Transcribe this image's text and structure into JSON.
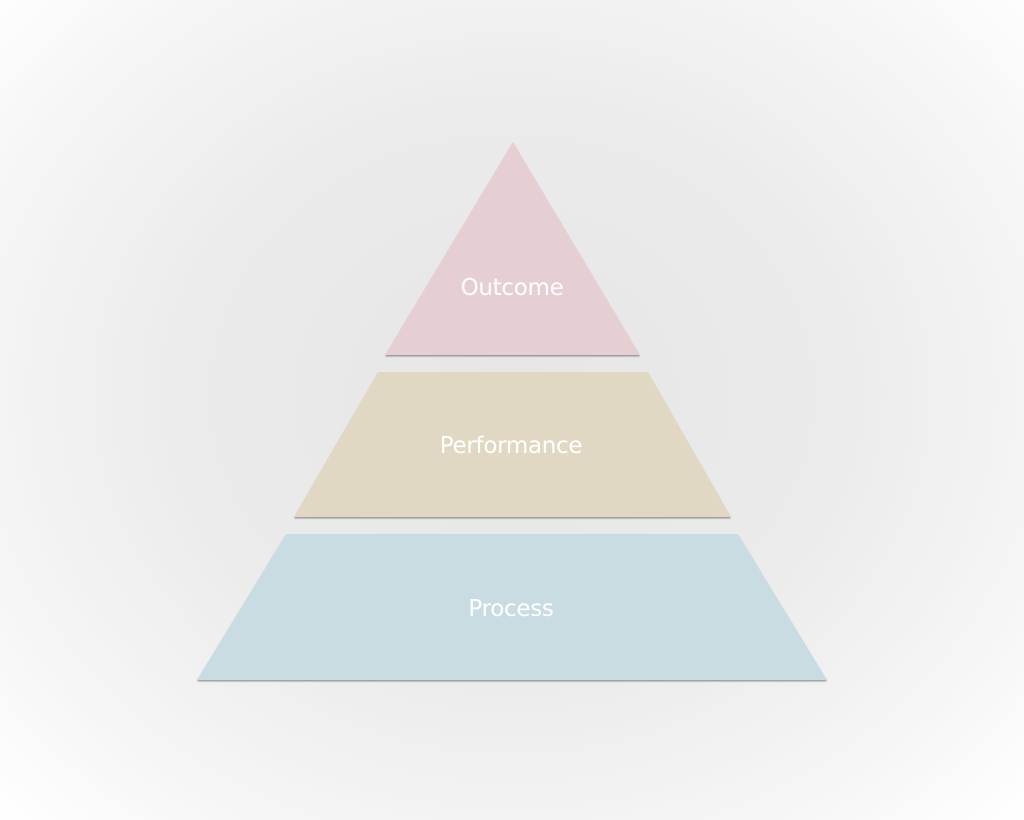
{
  "diagram": {
    "type": "pyramid",
    "tiers": [
      {
        "label": "Outcome",
        "color": "#e6cfd2"
      },
      {
        "label": "Performance",
        "color": "#e0d8c3"
      },
      {
        "label": "Process",
        "color": "#c9dce2"
      }
    ]
  }
}
